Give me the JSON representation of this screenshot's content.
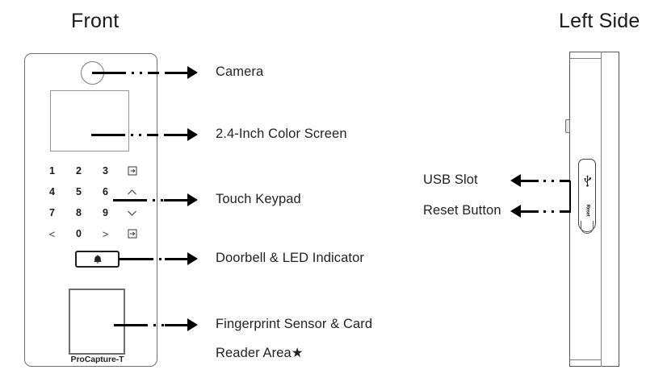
{
  "views": {
    "front": {
      "title": "Front"
    },
    "side": {
      "title": "Left Side"
    }
  },
  "front_device": {
    "product_label": "ProCapture-T",
    "keypad": {
      "keys": [
        "1",
        "2",
        "3",
        "exit-icon",
        "4",
        "5",
        "6",
        "up-arrow-icon",
        "7",
        "8",
        "9",
        "down-arrow-icon",
        "<",
        "0",
        ">",
        "enter-icon"
      ],
      "row1": [
        "1",
        "2",
        "3"
      ],
      "row2": [
        "4",
        "5",
        "6"
      ],
      "row3": [
        "7",
        "8",
        "9"
      ],
      "row4": [
        "<",
        "0",
        ">"
      ]
    },
    "doorbell_icon": "bell-icon",
    "camera_icon": "camera-lens-icon",
    "fingerprint_icon": "fingerprint-sensor-area"
  },
  "side_device": {
    "usb_icon": "usb-icon",
    "reset_label": "Reset"
  },
  "callouts": {
    "front": [
      {
        "label": "Camera",
        "target": "camera"
      },
      {
        "label": "2.4-Inch Color Screen",
        "target": "screen"
      },
      {
        "label": "Touch Keypad",
        "target": "keypad"
      },
      {
        "label": "Doorbell & LED Indicator",
        "target": "doorbell"
      },
      {
        "label": "Fingerprint Sensor & Card",
        "target": "fingerprint"
      },
      {
        "label": "Reader Area★",
        "target": "fingerprint"
      }
    ],
    "side": [
      {
        "label": "USB Slot",
        "target": "usb-slot"
      },
      {
        "label": "Reset Button",
        "target": "reset-button"
      }
    ]
  },
  "colors": {
    "ink": "#231f20",
    "outline": "#6d6e71",
    "screen_border": "#939598",
    "leader": "#000000",
    "background": "#ffffff"
  }
}
